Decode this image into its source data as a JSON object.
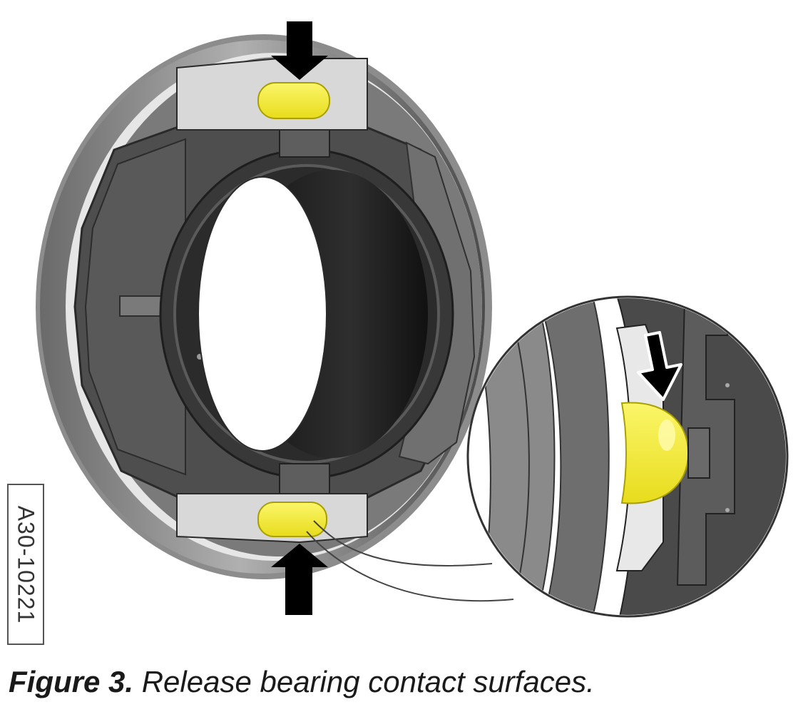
{
  "figure": {
    "part_code": "A30-10221",
    "caption_label": "Figure 3.",
    "caption_text": " Release bearing contact surfaces."
  },
  "colors": {
    "contact_highlight": "#f7f040",
    "housing_dark": "#3a3a3a",
    "housing_mid": "#5a5a5a",
    "housing_light": "#8a8a8a",
    "plate_light": "#d8d8d8",
    "arrow": "#000000"
  },
  "icons": [
    "down-arrow-icon",
    "up-arrow-icon"
  ]
}
